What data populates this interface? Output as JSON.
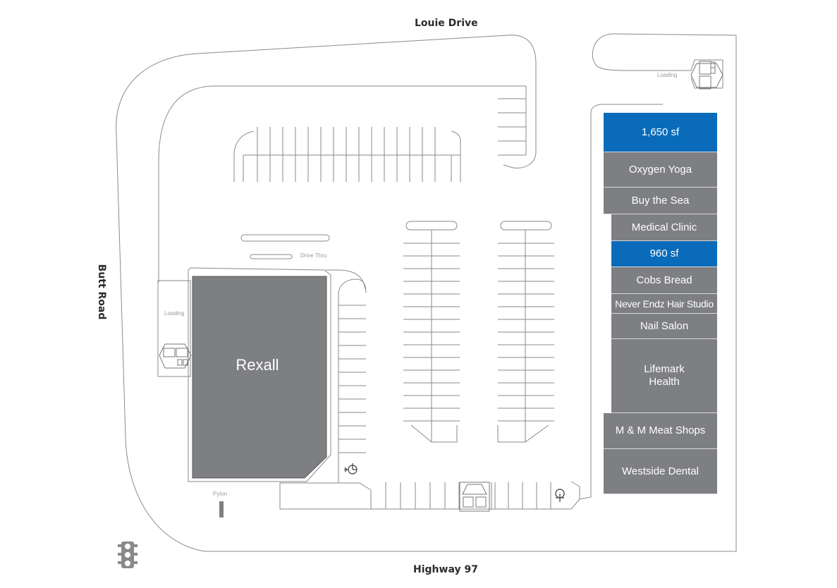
{
  "roads": {
    "north": "Louie Drive",
    "south": "Highway 97",
    "west": "Butt Road"
  },
  "anchor": {
    "name": "Rexall"
  },
  "units": [
    {
      "label": "1,650 sf",
      "status": "available"
    },
    {
      "label": "Oxygen Yoga",
      "status": "leased"
    },
    {
      "label": "Buy the Sea",
      "status": "leased"
    },
    {
      "label": "Medical Clinic",
      "status": "leased"
    },
    {
      "label": "960 sf",
      "status": "available"
    },
    {
      "label": "Cobs Bread",
      "status": "leased"
    },
    {
      "label": "Never Endz Hair Studio",
      "status": "leased"
    },
    {
      "label": "Nail Salon",
      "status": "leased"
    },
    {
      "label": "Lifemark\nHealth",
      "status": "leased"
    },
    {
      "label": "M & M Meat Shops",
      "status": "leased"
    },
    {
      "label": "Westside Dental",
      "status": "leased"
    }
  ],
  "labels": {
    "loading_east": "Loading",
    "loading_west": "Loading",
    "drive_thru": "Drive Thru",
    "pylon": "Pylon"
  },
  "icons": [
    "traffic-light-icon",
    "accessible-parking-icon",
    "dumpster-icon"
  ],
  "colors": {
    "available": "#0a6bba",
    "leased": "#7e7f82",
    "anchor": "#7e7f82",
    "linework": "#8a8a8a"
  }
}
